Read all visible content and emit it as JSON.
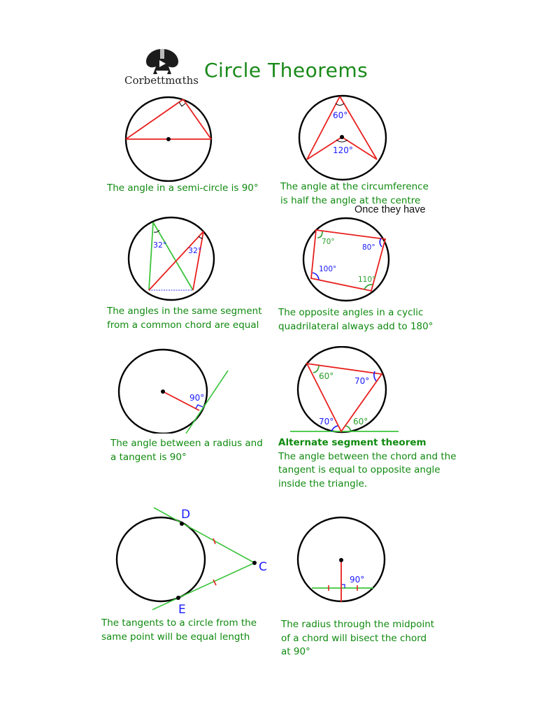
{
  "header": {
    "logo_text": "Corbettmαths",
    "title": "Circle Theorems"
  },
  "overlay_note": "Once they have",
  "colors": {
    "title_green": "#1a8a1a",
    "caption_green": "#0f8a0f",
    "line_red": "#e8201e",
    "line_green": "#3cc43c",
    "label_blue": "#1a1aff",
    "circle_black": "#000000"
  },
  "theorems": [
    {
      "id": "semicircle",
      "caption_lines": [
        "The angle in a semi-circle is 90°"
      ],
      "labels": []
    },
    {
      "id": "centre-angle",
      "caption_lines": [
        "The angle at the circumference",
        "is half the angle at the centre"
      ],
      "labels": [
        "60°",
        "120°"
      ]
    },
    {
      "id": "same-segment",
      "caption_lines": [
        "The angles in the same segment",
        "from a common chord are equal"
      ],
      "labels": [
        "32°",
        "32°"
      ]
    },
    {
      "id": "cyclic-quadrilateral",
      "caption_lines": [
        "The opposite angles in a cyclic",
        "quadrilateral always add to 180°"
      ],
      "labels": [
        "70°",
        "80°",
        "100°",
        "110°"
      ]
    },
    {
      "id": "radius-tangent",
      "caption_lines": [
        "The angle between a radius and",
        "a tangent is 90°"
      ],
      "labels": [
        "90°"
      ]
    },
    {
      "id": "alternate-segment",
      "caption_heading": "Alternate segment theorem",
      "caption_lines": [
        "The angle between the chord and the",
        "tangent is equal to opposite angle",
        "inside the triangle."
      ],
      "labels": [
        "60°",
        "70°",
        "70°",
        "60°"
      ]
    },
    {
      "id": "tangents-equal",
      "caption_lines": [
        "The tangents to a circle from the",
        "same point will be equal length"
      ],
      "labels": [
        "D",
        "C",
        "E"
      ]
    },
    {
      "id": "radius-bisects-chord",
      "caption_lines": [
        "The radius through the midpoint",
        "of a chord will bisect the chord",
        "at 90°"
      ],
      "labels": [
        "90°"
      ]
    }
  ]
}
